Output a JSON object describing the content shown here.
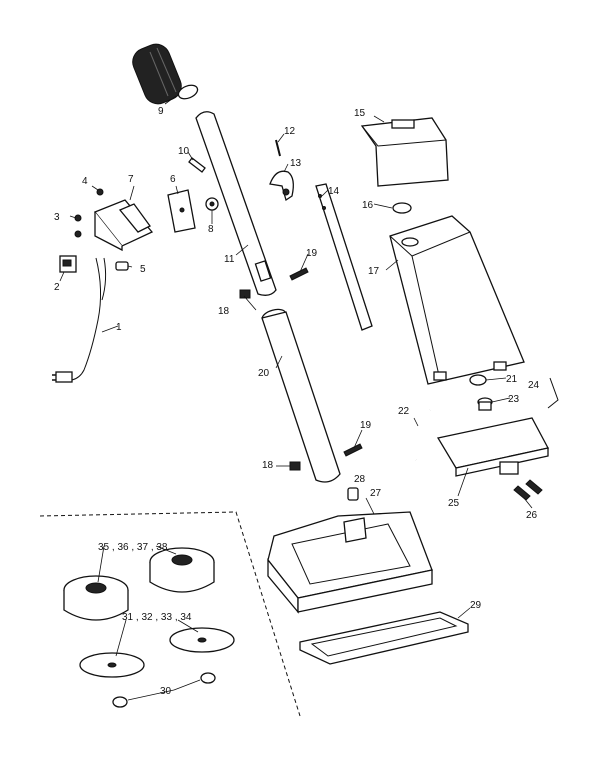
{
  "diagram": {
    "callouts": [
      {
        "id": "c1",
        "label": "1"
      },
      {
        "id": "c2",
        "label": "2"
      },
      {
        "id": "c3",
        "label": "3"
      },
      {
        "id": "c4",
        "label": "4"
      },
      {
        "id": "c5",
        "label": "5"
      },
      {
        "id": "c6",
        "label": "6"
      },
      {
        "id": "c7",
        "label": "7"
      },
      {
        "id": "c8",
        "label": "8"
      },
      {
        "id": "c9",
        "label": "9"
      },
      {
        "id": "c10",
        "label": "10"
      },
      {
        "id": "c11",
        "label": "11"
      },
      {
        "id": "c12",
        "label": "12"
      },
      {
        "id": "c13",
        "label": "13"
      },
      {
        "id": "c14",
        "label": "14"
      },
      {
        "id": "c15",
        "label": "15"
      },
      {
        "id": "c16",
        "label": "16"
      },
      {
        "id": "c17",
        "label": "17"
      },
      {
        "id": "c18a",
        "label": "18"
      },
      {
        "id": "c18b",
        "label": "18"
      },
      {
        "id": "c19a",
        "label": "19"
      },
      {
        "id": "c19b",
        "label": "19"
      },
      {
        "id": "c20",
        "label": "20"
      },
      {
        "id": "c21",
        "label": "21"
      },
      {
        "id": "c22",
        "label": "22"
      },
      {
        "id": "c23",
        "label": "23"
      },
      {
        "id": "c24",
        "label": "24"
      },
      {
        "id": "c25",
        "label": "25"
      },
      {
        "id": "c26",
        "label": "26"
      },
      {
        "id": "c27",
        "label": "27"
      },
      {
        "id": "c28",
        "label": "28"
      },
      {
        "id": "c29",
        "label": "29"
      },
      {
        "id": "c30",
        "label": "30"
      },
      {
        "id": "c31",
        "label": "31 , 32 , 33 , 34"
      },
      {
        "id": "c35",
        "label": "35 , 36 , 37 , 38"
      }
    ]
  }
}
